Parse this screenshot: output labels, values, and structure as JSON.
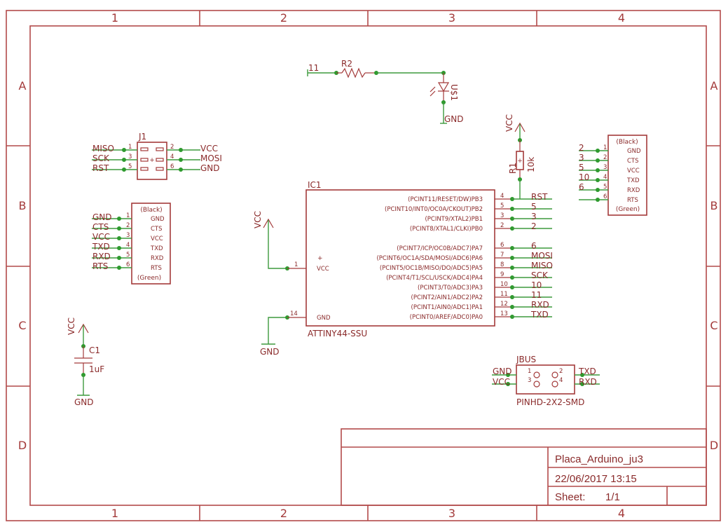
{
  "frame": {
    "columns": [
      "1",
      "2",
      "3",
      "4"
    ],
    "rows": [
      "A",
      "B",
      "C",
      "D"
    ]
  },
  "title_block": {
    "name": "Placa_Arduino_ju3",
    "date": "22/06/2017 13:15",
    "sheet_label": "Sheet:",
    "sheet_value": "1/1"
  },
  "r2": {
    "ref": "R2",
    "net_in": "11"
  },
  "led": {
    "ref": "U$1",
    "net": "GND"
  },
  "r1": {
    "ref": "R1",
    "value": "10k",
    "supply": "VCC",
    "net": "RST"
  },
  "j1": {
    "ref": "J1",
    "left": [
      {
        "n": "1",
        "net": "MISO"
      },
      {
        "n": "3",
        "net": "SCK"
      },
      {
        "n": "5",
        "net": "RST"
      }
    ],
    "right": [
      {
        "n": "2",
        "net": "VCC"
      },
      {
        "n": "4",
        "net": "MOSI"
      },
      {
        "n": "6",
        "net": "GND"
      }
    ]
  },
  "ftdi_left": {
    "top_label": "(Black)",
    "bottom_label": "(Green)",
    "pins": [
      {
        "n": "1",
        "name": "GND",
        "net": "GND"
      },
      {
        "n": "2",
        "name": "CTS",
        "net": "CTS"
      },
      {
        "n": "3",
        "name": "VCC",
        "net": "VCC"
      },
      {
        "n": "4",
        "name": "TXD",
        "net": "TXD"
      },
      {
        "n": "5",
        "name": "RXD",
        "net": "RXD"
      },
      {
        "n": "6",
        "name": "RTS",
        "net": "RTS"
      }
    ]
  },
  "ftdi_right": {
    "top_label": "(Black)",
    "bottom_label": "(Green)",
    "pins": [
      {
        "n": "1",
        "name": "GND",
        "net": "2"
      },
      {
        "n": "2",
        "name": "CTS",
        "net": "3"
      },
      {
        "n": "3",
        "name": "VCC",
        "net": "5"
      },
      {
        "n": "4",
        "name": "TXD",
        "net": "10"
      },
      {
        "n": "5",
        "name": "RXD",
        "net": "6"
      },
      {
        "n": "6",
        "name": "RTS",
        "net": ""
      }
    ]
  },
  "ic1": {
    "ref": "IC1",
    "part": "ATTINY44-SSU",
    "vcc_pin": {
      "n": "1",
      "name": "VCC",
      "net": "VCC"
    },
    "gnd_pin": {
      "n": "14",
      "name": "GND",
      "net": "GND"
    },
    "right_pins": [
      {
        "n": "4",
        "name": "(PCINT11/RESET/DW)PB3",
        "net": "RST"
      },
      {
        "n": "5",
        "name": "(PCINT10/INT0/OC0A/CKOUT)PB2",
        "net": "5"
      },
      {
        "n": "3",
        "name": "(PCINT9/XTAL2)PB1",
        "net": "3"
      },
      {
        "n": "2",
        "name": "(PCINT8/XTAL1/CLKI)PB0",
        "net": "2"
      },
      {
        "n": "6",
        "name": "(PCINT7/ICP/OC0B/ADC7)PA7",
        "net": "6"
      },
      {
        "n": "7",
        "name": "(PCINT6/OC1A/SDA/MOSI/ADC6)PA6",
        "net": "MOSI"
      },
      {
        "n": "8",
        "name": "(PCINT5/OC1B/MISO/DO/ADC5)PA5",
        "net": "MISO"
      },
      {
        "n": "9",
        "name": "(PCINT4/T1/SCL/USCK/ADC4)PA4",
        "net": "SCK"
      },
      {
        "n": "10",
        "name": "(PCINT3/T0/ADC3)PA3",
        "net": "10"
      },
      {
        "n": "11",
        "name": "(PCINT2/AIN1/ADC2)PA2",
        "net": "11"
      },
      {
        "n": "12",
        "name": "(PCINT1/AIN0/ADC1)PA1",
        "net": "RXD"
      },
      {
        "n": "13",
        "name": "(PCINT0/AREF/ADC0)PA0",
        "net": "TXD"
      }
    ]
  },
  "c1": {
    "ref": "C1",
    "value": "1uF",
    "supply": "VCC",
    "net": "GND"
  },
  "jbus": {
    "ref": "JBUS",
    "part": "PINHD-2X2-SMD",
    "left": [
      {
        "n": "1",
        "net": "GND"
      },
      {
        "n": "3",
        "net": "VCC"
      }
    ],
    "right": [
      {
        "n": "2",
        "net": "TXD"
      },
      {
        "n": "4",
        "net": "RXD"
      }
    ]
  },
  "misc": {
    "plus": "+"
  }
}
